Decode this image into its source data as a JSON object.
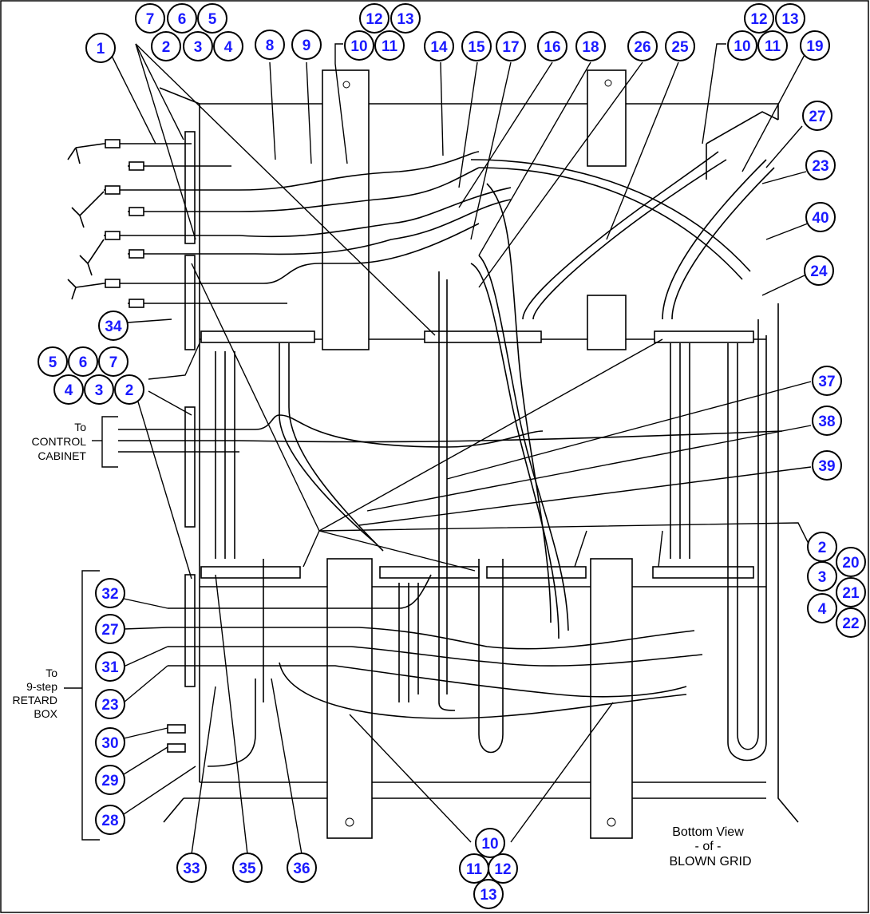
{
  "labels": {
    "to_control_line1": "To",
    "to_control_line2": "CONTROL",
    "to_control_line3": "CABINET",
    "to_retard_line1": "To",
    "to_retard_line2": "9-step",
    "to_retard_line3": "RETARD",
    "to_retard_line4": "BOX",
    "caption_line1": "Bottom View",
    "caption_line2": "- of -",
    "caption_line3": "BLOWN GRID"
  },
  "callouts": [
    {
      "id": "c7a",
      "text": "7"
    },
    {
      "id": "c6a",
      "text": "6"
    },
    {
      "id": "c5a",
      "text": "5"
    },
    {
      "id": "c2a",
      "text": "2"
    },
    {
      "id": "c3a",
      "text": "3"
    },
    {
      "id": "c4a",
      "text": "4"
    },
    {
      "id": "c1",
      "text": "1"
    },
    {
      "id": "c8",
      "text": "8"
    },
    {
      "id": "c9",
      "text": "9"
    },
    {
      "id": "c12a",
      "text": "12"
    },
    {
      "id": "c13a",
      "text": "13"
    },
    {
      "id": "c10a",
      "text": "10"
    },
    {
      "id": "c11a",
      "text": "11"
    },
    {
      "id": "c14",
      "text": "14"
    },
    {
      "id": "c15",
      "text": "15"
    },
    {
      "id": "c17",
      "text": "17"
    },
    {
      "id": "c16",
      "text": "16"
    },
    {
      "id": "c18",
      "text": "18"
    },
    {
      "id": "c26",
      "text": "26"
    },
    {
      "id": "c25",
      "text": "25"
    },
    {
      "id": "c12b",
      "text": "12"
    },
    {
      "id": "c13b",
      "text": "13"
    },
    {
      "id": "c10b",
      "text": "10"
    },
    {
      "id": "c11b",
      "text": "11"
    },
    {
      "id": "c19",
      "text": "19"
    },
    {
      "id": "c27a",
      "text": "27"
    },
    {
      "id": "c23a",
      "text": "23"
    },
    {
      "id": "c40",
      "text": "40"
    },
    {
      "id": "c24",
      "text": "24"
    },
    {
      "id": "c34",
      "text": "34"
    },
    {
      "id": "c5b",
      "text": "5"
    },
    {
      "id": "c6b",
      "text": "6"
    },
    {
      "id": "c7b",
      "text": "7"
    },
    {
      "id": "c4b",
      "text": "4"
    },
    {
      "id": "c3b",
      "text": "3"
    },
    {
      "id": "c2b",
      "text": "2"
    },
    {
      "id": "c37",
      "text": "37"
    },
    {
      "id": "c38",
      "text": "38"
    },
    {
      "id": "c39",
      "text": "39"
    },
    {
      "id": "c2c",
      "text": "2"
    },
    {
      "id": "c20",
      "text": "20"
    },
    {
      "id": "c3c",
      "text": "3"
    },
    {
      "id": "c21",
      "text": "21"
    },
    {
      "id": "c4c",
      "text": "4"
    },
    {
      "id": "c22",
      "text": "22"
    },
    {
      "id": "c32",
      "text": "32"
    },
    {
      "id": "c27b",
      "text": "27"
    },
    {
      "id": "c31",
      "text": "31"
    },
    {
      "id": "c23b",
      "text": "23"
    },
    {
      "id": "c30",
      "text": "30"
    },
    {
      "id": "c29",
      "text": "29"
    },
    {
      "id": "c28",
      "text": "28"
    },
    {
      "id": "c33",
      "text": "33"
    },
    {
      "id": "c35",
      "text": "35"
    },
    {
      "id": "c36",
      "text": "36"
    },
    {
      "id": "c10c",
      "text": "10"
    },
    {
      "id": "c11c",
      "text": "11"
    },
    {
      "id": "c12c",
      "text": "12"
    },
    {
      "id": "c13c",
      "text": "13"
    }
  ]
}
